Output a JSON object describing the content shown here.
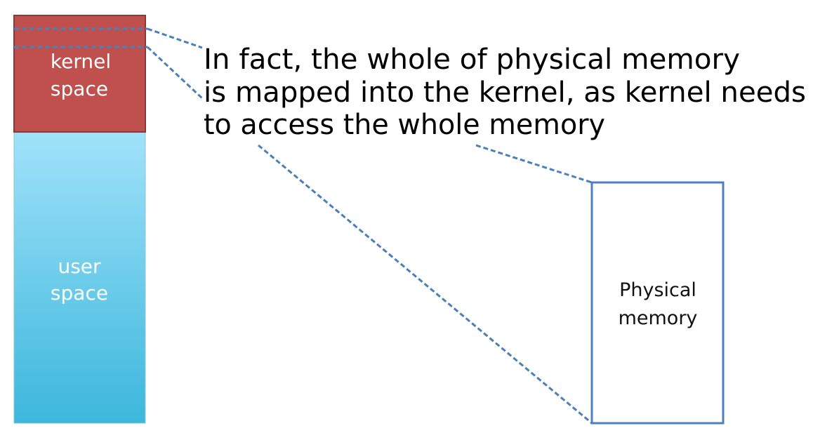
{
  "address_space": {
    "kernel_label": [
      "kernel",
      "space"
    ],
    "user_label": [
      "user",
      "space"
    ]
  },
  "physical_memory": {
    "label": [
      "Physical",
      "memory"
    ]
  },
  "caption": {
    "lines": [
      "In fact, the whole of physical memory",
      "is mapped into the kernel, as kernel needs",
      "to access the whole memory"
    ]
  },
  "colors": {
    "kernel_fill": "#c0504d",
    "kernel_border": "#8c3836",
    "user_top": "#a0e2fa",
    "user_bottom": "#3cb7dc",
    "user_border": "#8fc3d6",
    "phys_border": "#4f7fbd",
    "dash_line": "#4a7fb8",
    "caption_text": "#000000"
  }
}
